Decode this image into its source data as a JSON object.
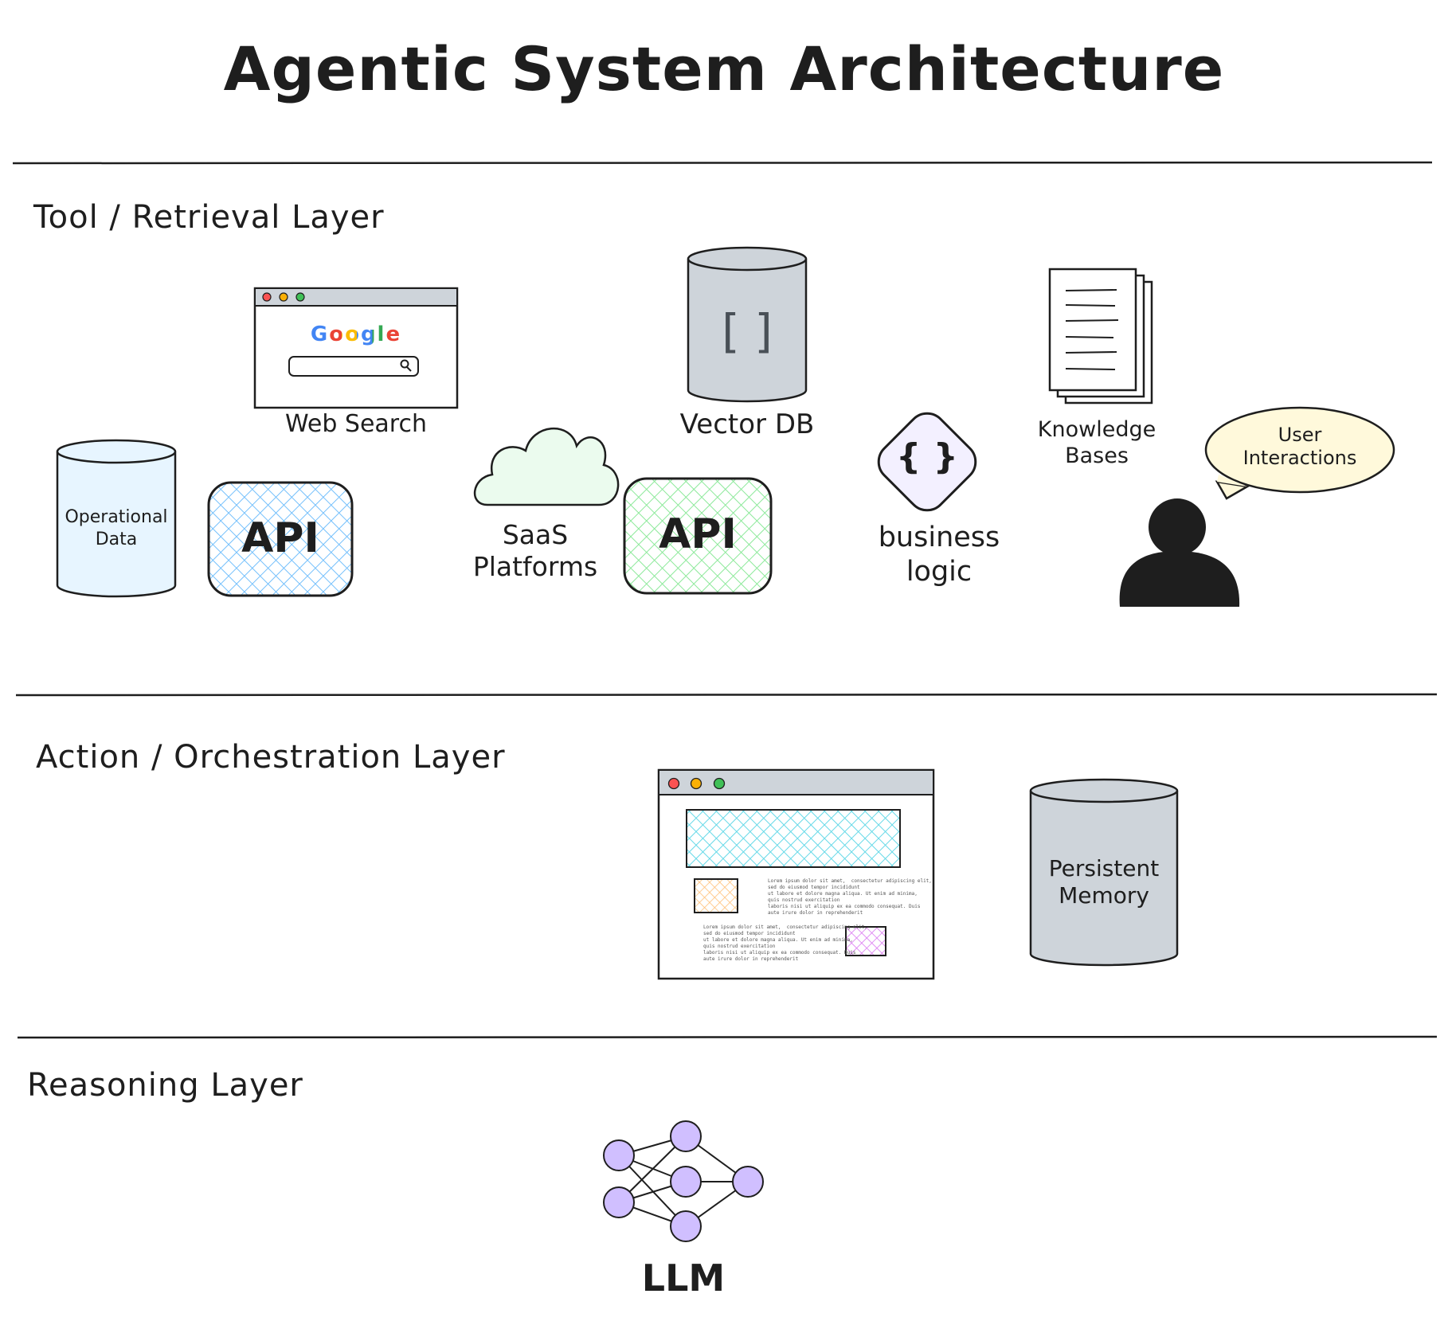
{
  "title": "Agentic System Architecture",
  "layers": {
    "tool": {
      "label": "Tool / Retrieval Layer",
      "web_search": {
        "brand": "Google",
        "label": "Web Search"
      },
      "operational_data": "Operational\nData",
      "api_blue": "API",
      "saas": "SaaS\nPlatforms",
      "api_green": "API",
      "vector_db": {
        "glyph": "[ ]",
        "label": "Vector DB"
      },
      "business_logic": {
        "glyph": "{ }",
        "label": "business\nlogic"
      },
      "knowledge_bases": "Knowledge\nBases",
      "user_interactions": "User\nInteractions"
    },
    "action": {
      "label": "Action / Orchestration Layer",
      "app_window": {
        "lorem_1": "Lorem ipsum dolor sit amet,  consectetur adipiscing elit,\nsed do eiusmod tempor incididunt\nut labore et dolore magna aliqua. Ut enim ad minima,\nquis nostrud exercitation\nlaboris nisi ut aliquip ex ea commodo consequat. Duis\naute irure dolor in reprehenderit",
        "lorem_2": "Lorem ipsum dolor sit amet,  consectetur adipiscing elit,\nsed do eiusmod tempor incididunt\nut labore et dolore magna aliqua. Ut enim ad minima,\nquis nostrud exercitation\nlaboris nisi ut aliquip ex ea commodo consequat. Duis\naute irure dolor in reprehenderit"
      },
      "persistent_memory": "Persistent\nMemory"
    },
    "reasoning": {
      "label": "Reasoning Layer",
      "llm": "LLM"
    }
  },
  "colors": {
    "ink": "#1e1e1e",
    "gray_fill": "#ced4da",
    "light_blue": "#e7f5ff",
    "blue_hatch": "#74c0fc",
    "green_hatch": "#8ce99a",
    "cloud_green": "#ebfbee",
    "lavender": "#f3f0ff",
    "cream": "#fff9db",
    "purple_node": "#d0bfff",
    "teal_hatch": "#66d9e8",
    "orange_hatch": "#ffc078",
    "magenta_hatch": "#da77f2",
    "dot_red": "#fa5252",
    "dot_yellow": "#fab005",
    "dot_green": "#40c057"
  },
  "icons": [
    "browser-window-icon",
    "search-icon",
    "database-icon",
    "cloud-icon",
    "code-braces-icon",
    "documents-icon",
    "speech-bubble-icon",
    "person-icon",
    "neural-network-icon"
  ]
}
